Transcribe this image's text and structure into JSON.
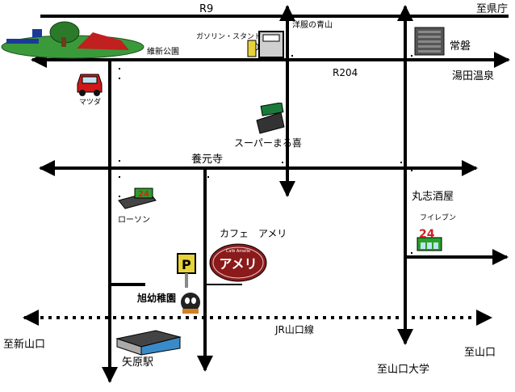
{
  "map": {
    "roads": {
      "r9": "R9",
      "r204": "R204",
      "yogenji": "養元寺",
      "jr": "JR山口線"
    },
    "directions": {
      "kencho": "至県庁",
      "yudaonsen": "湯田温泉",
      "shinyamaguchi": "至新山口",
      "yamaguchi": "至山口",
      "yamaguchi_univ": "至山口大学"
    },
    "landmarks": {
      "park": "維新公園",
      "gas_station": "ガソリン・スタンド",
      "tailor": "洋服の青山",
      "joban": "常磐",
      "mazda": "マツダ",
      "super": "スーパーまる喜",
      "lawson": "ローソン",
      "marushi": "丸志酒屋",
      "familymart": "フイレブン",
      "cafe": "カフェ　アメリ",
      "kindergarten": "旭幼稚園",
      "station": "矢原駅"
    },
    "signs": {
      "parking": "P",
      "cafe_logo": "アメリ",
      "cafe_logo_small": "Café Amelie",
      "store_24": "24"
    },
    "colors": {
      "road": "#000000",
      "park_green": "#3a9a3a",
      "cafe_red": "#8b1a1a",
      "store_green": "#2aa02a",
      "store_red": "#d02020",
      "parking_yellow": "#e8d23a"
    },
    "icons": [
      "park-icon",
      "gas-station-icon",
      "building-icon",
      "car-icon",
      "store-icon",
      "store-24-icon",
      "parking-icon",
      "cafe-sign-icon",
      "mascot-icon",
      "station-icon"
    ]
  }
}
